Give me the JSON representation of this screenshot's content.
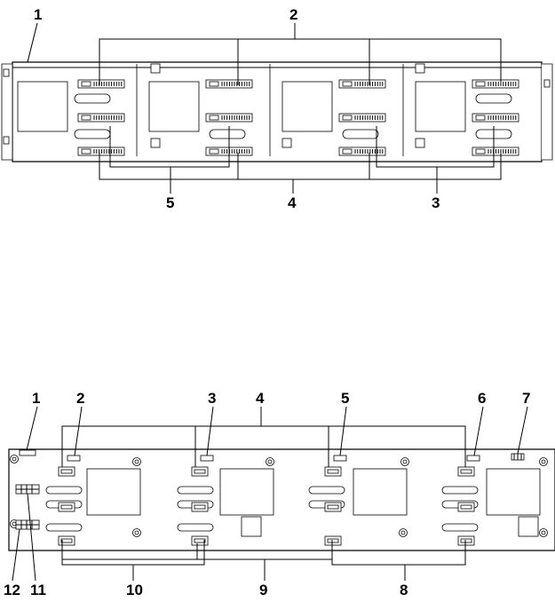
{
  "top_figure": {
    "callouts": [
      "1",
      "2",
      "3",
      "4",
      "5"
    ]
  },
  "bottom_figure": {
    "callouts": [
      "1",
      "2",
      "3",
      "4",
      "5",
      "6",
      "7",
      "8",
      "9",
      "10",
      "11",
      "12"
    ]
  }
}
